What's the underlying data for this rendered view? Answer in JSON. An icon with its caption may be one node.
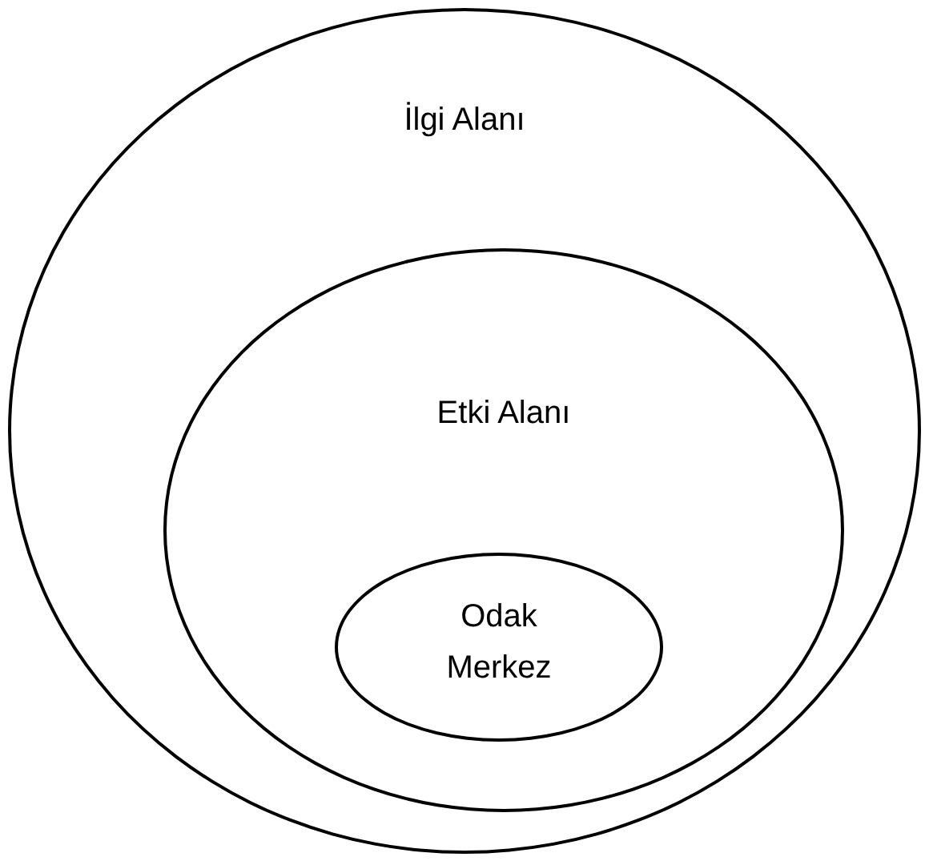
{
  "diagram": {
    "nodes": [
      {
        "text": [
          "İlgi Alanı"
        ]
      },
      {
        "text": [
          "Etki Alanı"
        ],
        "in": 0
      },
      {
        "text": [
          "Odak Merkez"
        ],
        "in": 1
      }
    ]
  }
}
